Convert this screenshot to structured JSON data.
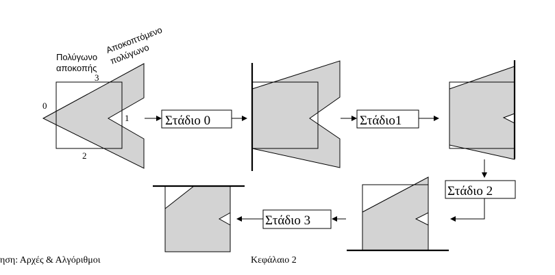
{
  "labels": {
    "clip_polygon_line1": "Πολύγωνο",
    "clip_polygon_line2": "αποκοπής",
    "clipped_polygon_line1": "Αποκοπτόμενο",
    "clipped_polygon_line2": "πολύγωνο",
    "edge_0": "0",
    "edge_1": "1",
    "edge_2": "2",
    "edge_3": "3"
  },
  "stages": {
    "stage0": "Στάδιο 0",
    "stage1": "Στάδιο1",
    "stage2": "Στάδιο 2",
    "stage3": "Στάδιο 3"
  },
  "footer": {
    "left": "ηση: Αρχές & Αλγόριθμοι",
    "center": "Κεφάλαιο 2"
  },
  "colors": {
    "polygon_fill": "#d3d3d3",
    "stroke": "#000000",
    "background": "#ffffff"
  }
}
